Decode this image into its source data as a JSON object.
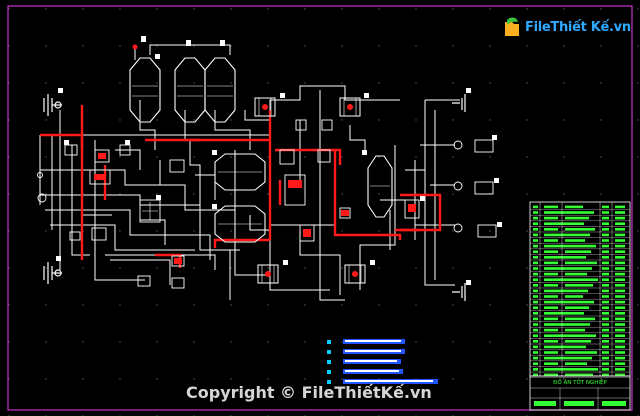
{
  "watermark": {
    "logo_text": "FileThiết Kế.vn",
    "copyright": "Copyright © FileThiếtKế.vn"
  },
  "title_block": {
    "caption": "ĐỒ ÁN TỐT NGHIỆP"
  },
  "colors": {
    "background": "#000000",
    "frame": "#cc33cc",
    "line": "#ffffff",
    "highlight": "#ff1a1a",
    "table_text": "#33ff33",
    "legend_bar": "#2255ff",
    "legend_text": "#00d0ff",
    "watermark_blue": "#2fa8ff",
    "watermark_orange": "#ffb020"
  },
  "icons": {
    "logo": "leaf-folder-icon"
  }
}
